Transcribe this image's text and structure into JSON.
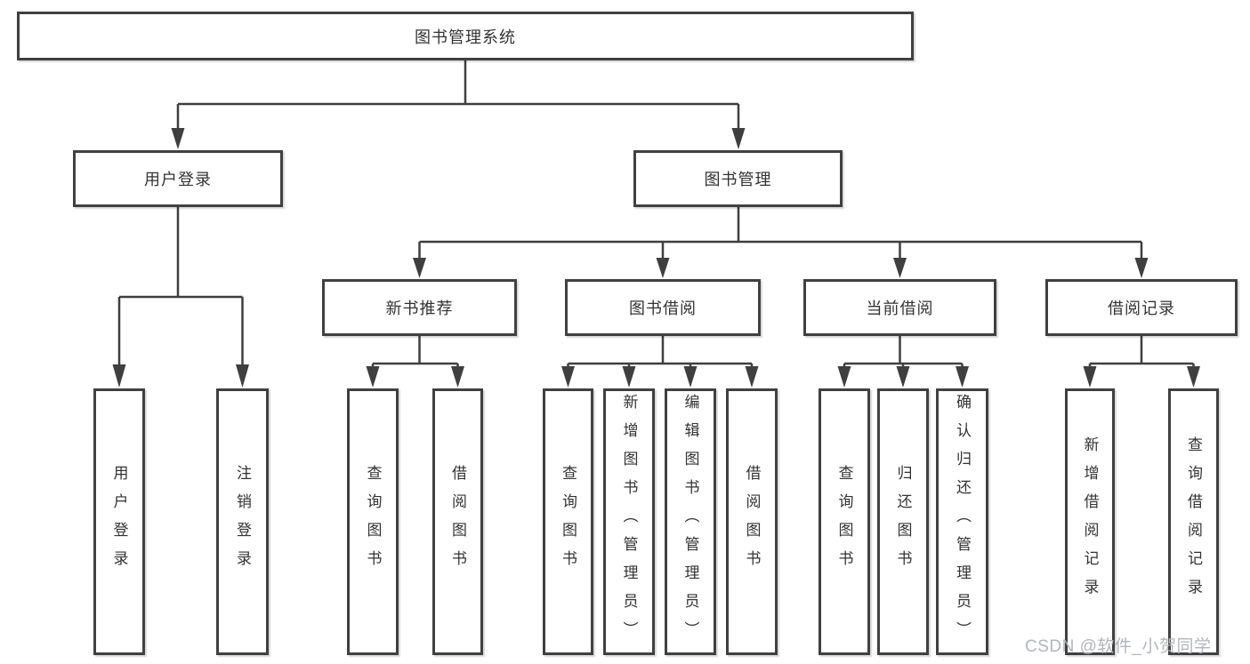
{
  "diagram": {
    "root": {
      "label": "图书管理系统"
    },
    "branches": [
      {
        "label": "用户登录",
        "children": [
          {
            "label": "用户登录"
          },
          {
            "label": "注销登录"
          }
        ]
      },
      {
        "label": "图书管理",
        "children": [
          {
            "label": "新书推荐",
            "children": [
              {
                "label": "查询图书"
              },
              {
                "label": "借阅图书"
              }
            ]
          },
          {
            "label": "图书借阅",
            "children": [
              {
                "label": "查询图书"
              },
              {
                "label": "新增图书（管理员）"
              },
              {
                "label": "编辑图书（管理员）"
              },
              {
                "label": "借阅图书"
              }
            ]
          },
          {
            "label": "当前借阅",
            "children": [
              {
                "label": "查询图书"
              },
              {
                "label": "归还图书"
              },
              {
                "label": "确认归还（管理员）"
              }
            ]
          },
          {
            "label": "借阅记录",
            "children": [
              {
                "label": "新增借阅记录"
              },
              {
                "label": "查询借阅记录"
              }
            ]
          }
        ]
      }
    ],
    "watermark": "CSDN @软件_小贺同学",
    "colors": {
      "line": "#3f3f3f",
      "border": "#404040",
      "text": "#333333",
      "watermark_text": "#b2b5ba",
      "background": "#ffffff"
    }
  }
}
